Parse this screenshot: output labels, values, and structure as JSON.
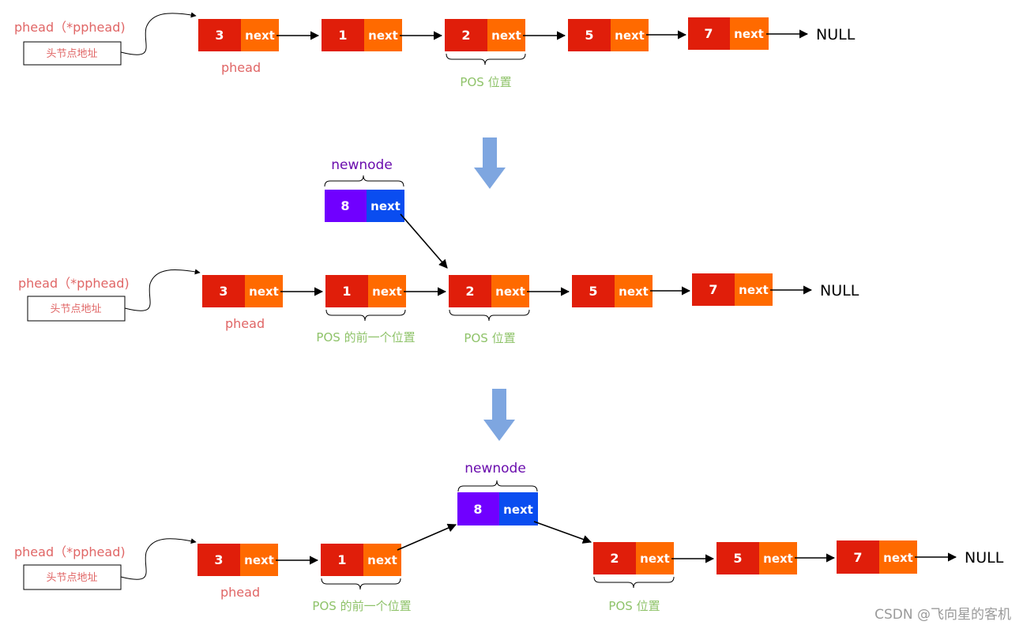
{
  "colors": {
    "node_value_fill": "#e01e0a",
    "node_next_fill": "#ff6a00",
    "newnode_value_fill": "#7000ff",
    "newnode_next_fill": "#0a4df0",
    "label_red": "#e06666",
    "label_green": "#8fc36a",
    "label_purple": "#6a0dad",
    "down_arrow": "#7ea6e0"
  },
  "labels": {
    "phead_pp": "phead（*pphead)",
    "head_addr": "头节点地址",
    "phead": "phead",
    "pos": "POS 位置",
    "pos_prev": "POS 的前一个位置",
    "newnode": "newnode",
    "next": "next",
    "null": "NULL"
  },
  "lists": [
    {
      "name": "before",
      "values": [
        "3",
        "1",
        "2",
        "5",
        "7"
      ]
    },
    {
      "name": "linking",
      "values": [
        "3",
        "1",
        "2",
        "5",
        "7"
      ],
      "newnode": "8"
    },
    {
      "name": "after",
      "values": [
        "3",
        "1",
        "8",
        "2",
        "5",
        "7"
      ]
    }
  ],
  "watermark": "CSDN @飞向星的客机"
}
